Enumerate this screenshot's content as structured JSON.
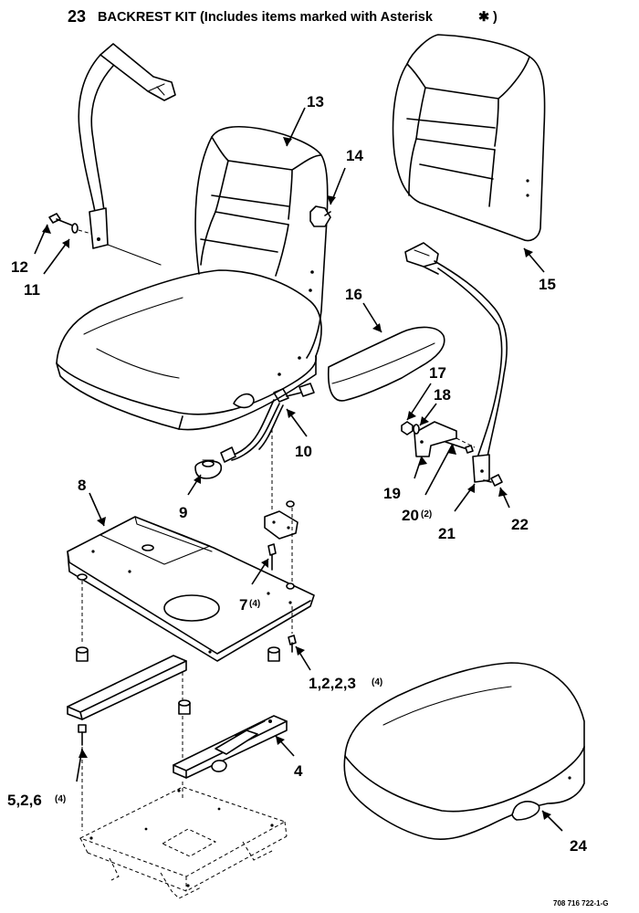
{
  "title": {
    "number": "23",
    "text": "BACKREST KIT (Includes items marked with Asterisk",
    "star": "✱",
    "close": ")"
  },
  "drawing_code": "708 716 722-1-G",
  "callouts": {
    "c1": "1,2,2,3",
    "c1_qty": "(4)",
    "c4": "4",
    "c5": "5,2,6",
    "c5_qty": "(4)",
    "c7": "7",
    "c7_qty": "(4)",
    "c8": "8",
    "c9": "9",
    "c10": "10",
    "c11": "11",
    "c12": "12",
    "c13": "13",
    "c14": "14",
    "c15": "15",
    "c16": "16",
    "c17": "17",
    "c18": "18",
    "c19": "19",
    "c20": "20",
    "c20_qty": "(2)",
    "c21": "21",
    "c22": "22",
    "c24": "24"
  }
}
